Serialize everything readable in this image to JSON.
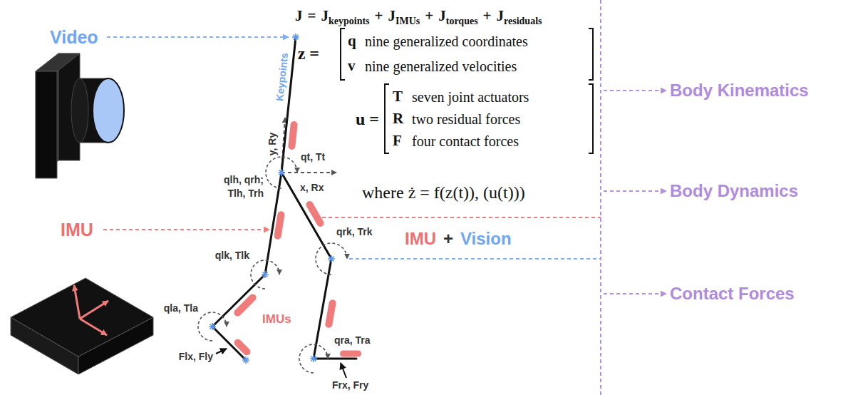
{
  "diagram": {
    "labels": [
      "Video",
      "J",
      "=",
      "J",
      "keypoints",
      "+",
      "J",
      "IMUs",
      "+",
      "J",
      "torques",
      "+",
      "J",
      "residuals",
      "Keypoints",
      "z =",
      "q",
      "nine generalized coordinates",
      "v",
      "nine generalized velocities",
      "u =",
      "T",
      "seven joint actuators",
      "R",
      "two residual forces",
      "F",
      "four contact forces",
      "y, Ry",
      "qt, Tt",
      "x, Rx",
      "qlh, qrh;",
      "Tlh, Trh",
      "where ż = f(z(t)), (u(t)))",
      "Body Kinematics",
      "Body Dynamics",
      "Contact Forces",
      "IMU",
      "IMU",
      "+",
      "Vision",
      "qrk, Trk",
      "qlk, Tlk",
      "qla, Tla",
      "IMUs",
      "qra, Tra",
      "Flx, Fly",
      "Frx, Fry"
    ]
  }
}
